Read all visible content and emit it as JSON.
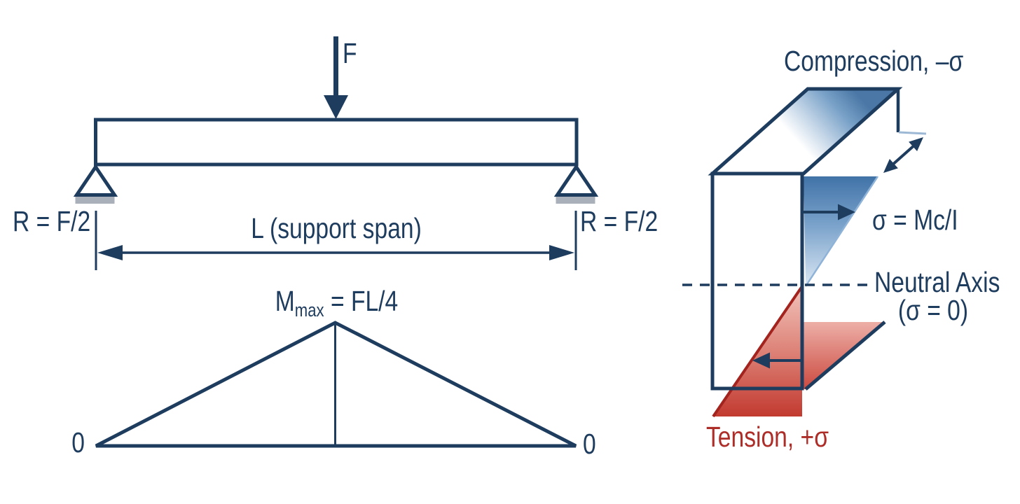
{
  "colors": {
    "background": "#ffffff",
    "navy": "#1e3c5e",
    "steel_blue": "#4a77a6",
    "light_blue_edge": "#8fb3d8",
    "red": "#c23a30",
    "dark_red": "#a3241e",
    "red_text": "#ad2e29",
    "support_pad_gray": "#a9b0ba"
  },
  "beam_diagram": {
    "force_label": "F",
    "left_reaction_label": "R = F/2",
    "right_reaction_label": "R = F/2",
    "span_label": "L (support span)"
  },
  "moment_diagram": {
    "max_moment_prefix": "M",
    "max_moment_subscript": "max",
    "max_moment_value": " = FL/4",
    "left_zero_label": "0",
    "right_zero_label": "0"
  },
  "stress_diagram": {
    "compression_label": "Compression, –σ",
    "stress_formula_label": "σ = Mc/I",
    "neutral_axis_label": "Neutral Axis",
    "neutral_axis_sub_label": "(σ = 0)",
    "tension_label": "Tension, +σ"
  }
}
